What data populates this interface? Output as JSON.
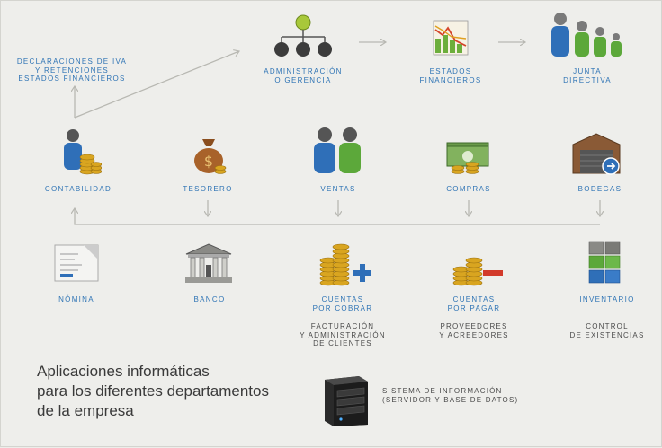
{
  "top_row": {
    "declaraciones": [
      "DECLARACIONES DE IVA",
      "Y RETENCIONES",
      "ESTADOS FINANCIEROS"
    ],
    "administracion": [
      "ADMINISTRACIÓN",
      "O GERENCIA"
    ],
    "estados": [
      "ESTADOS",
      "FINANCIEROS"
    ],
    "junta": [
      "JUNTA",
      "DIRECTIVA"
    ]
  },
  "departments": {
    "contabilidad": "CONTABILIDAD",
    "tesorero": "TESORERO",
    "ventas": "VENTAS",
    "compras": "COMPRAS",
    "bodegas": "BODEGAS"
  },
  "bottom_row": {
    "nomina": "NÓMINA",
    "banco": "BANCO",
    "cuentas_cobrar": [
      "CUENTAS",
      "POR COBRAR"
    ],
    "cuentas_pagar": [
      "CUENTAS",
      "POR PAGAR"
    ],
    "inventario": "INVENTARIO"
  },
  "sublabels": {
    "facturacion": [
      "FACTURACIÓN",
      "Y ADMINISTRACIÓN",
      "DE CLIENTES"
    ],
    "proveedores": [
      "PROVEEDORES",
      "Y ACREEDORES"
    ],
    "control": [
      "CONTROL",
      "DE EXISTENCIAS"
    ]
  },
  "heading": [
    "Aplicaciones informáticas",
    "para los diferentes departamentos",
    "de la empresa"
  ],
  "system": [
    "SISTEMA DE INFORMACIÓN",
    "(SERVIDOR Y BASE DE DATOS)"
  ],
  "colors": {
    "label_blue": "#2f74b5",
    "arrow_gray": "#b8b8b2"
  },
  "icons": {
    "administracion": "org-chart-icon",
    "estados": "financial-chart-icon",
    "junta": "board-people-icon",
    "contabilidad": "person-coins-icon",
    "tesorero": "money-bag-icon",
    "ventas": "two-people-icon",
    "compras": "cash-stack-icon",
    "bodegas": "warehouse-icon",
    "nomina": "payroll-document-icon",
    "banco": "bank-building-icon",
    "cuentas_cobrar": "coins-plus-icon",
    "cuentas_pagar": "coins-minus-icon",
    "inventario": "stacked-blocks-icon",
    "sistema": "server-icon"
  }
}
